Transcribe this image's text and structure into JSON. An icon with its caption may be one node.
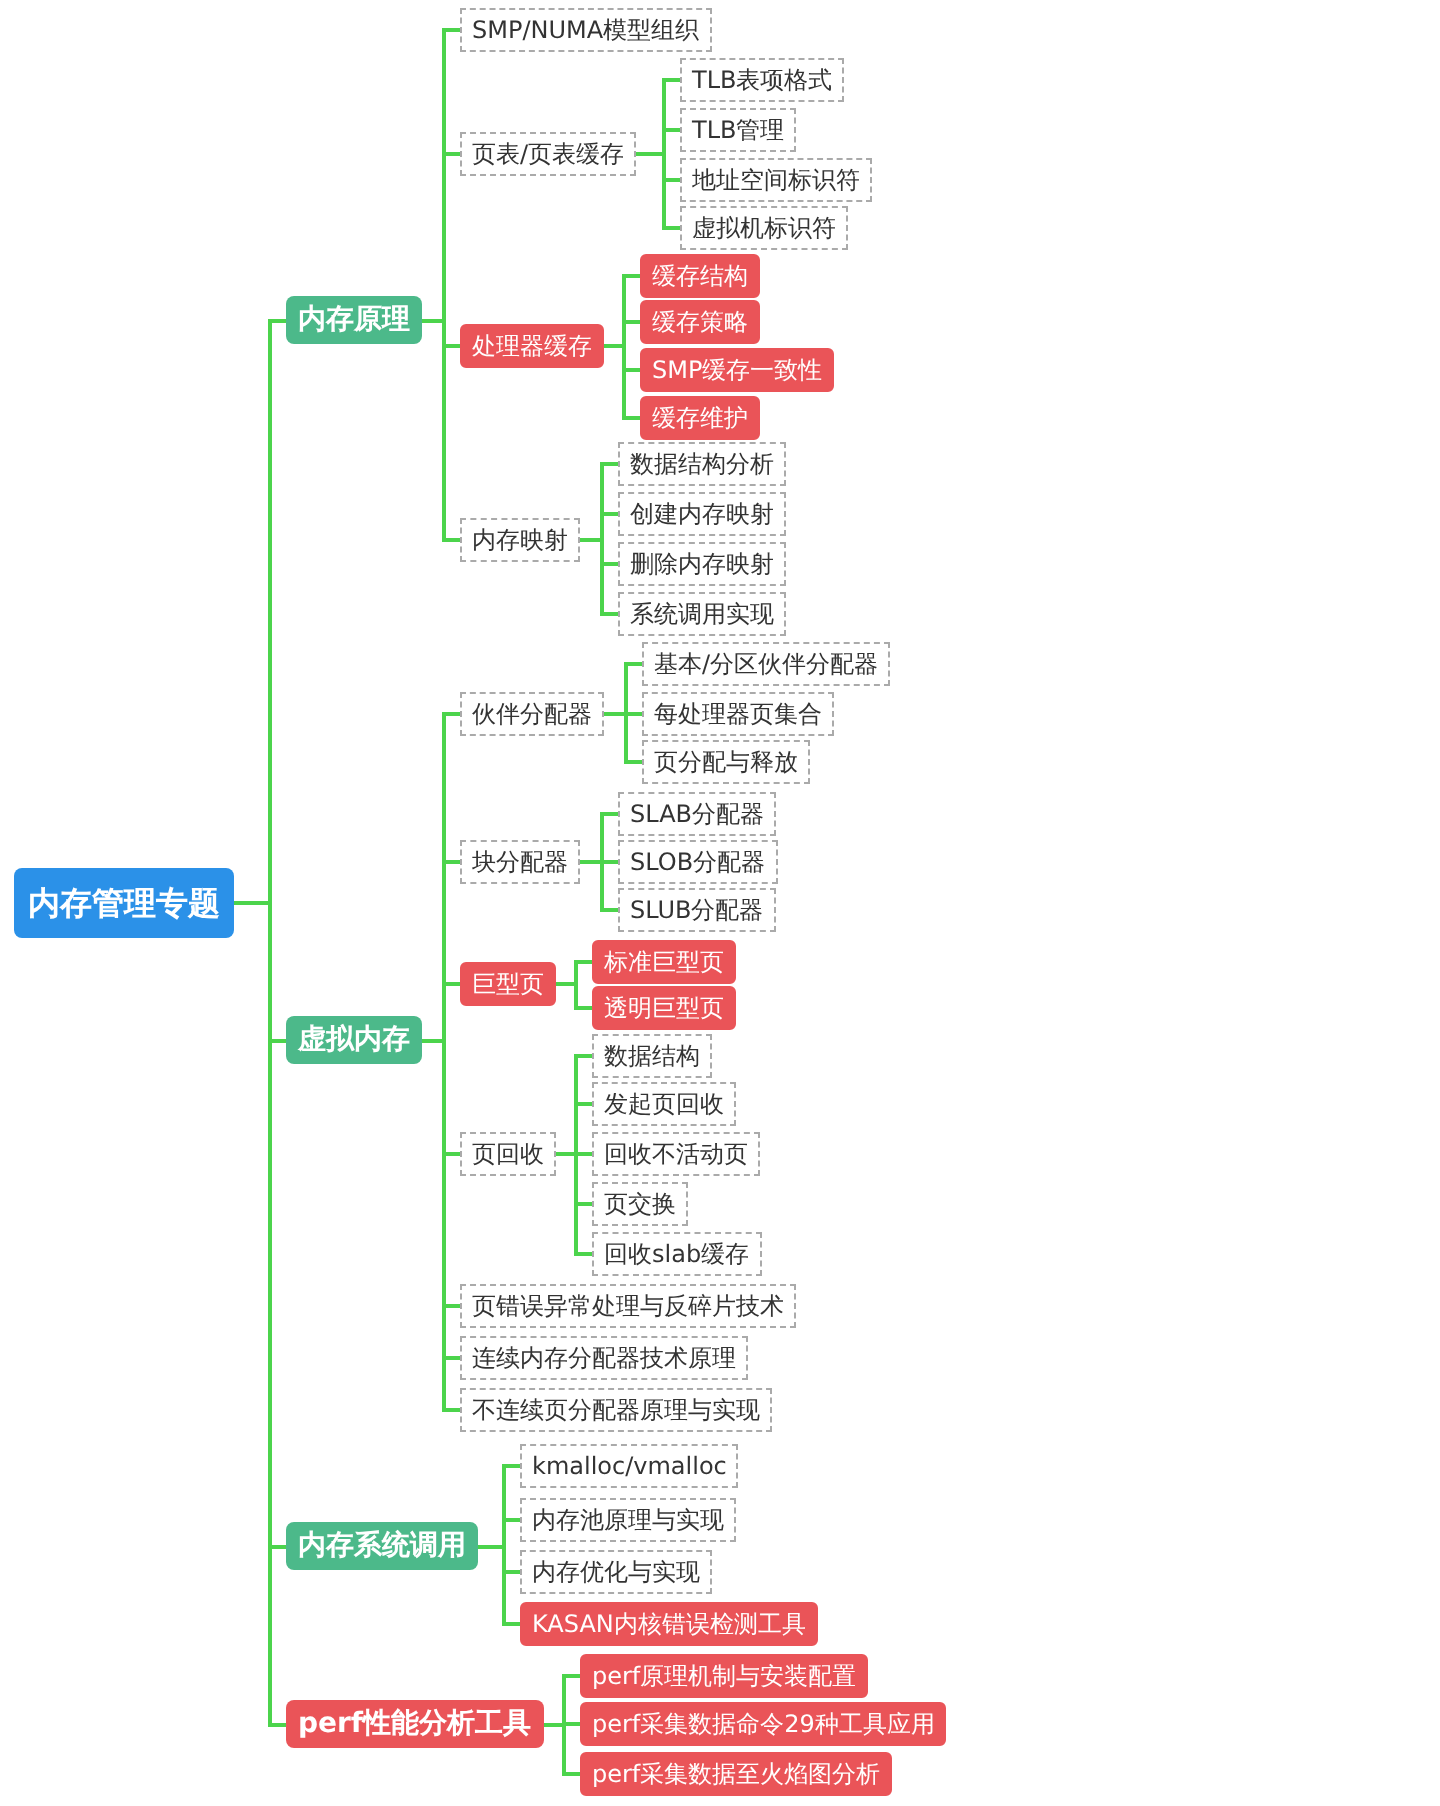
{
  "diagram": {
    "nodes": [
      {
        "text": [
          "内存管理专题"
        ]
      },
      {
        "text": [
          "内存原理"
        ]
      },
      {
        "text": [
          "SMP/NUMA模型组织"
        ]
      },
      {
        "text": [
          "页表/页表缓存"
        ]
      },
      {
        "text": [
          "TLB表项格式"
        ]
      },
      {
        "text": [
          "TLB管理"
        ]
      },
      {
        "text": [
          "地址空间标识符"
        ]
      },
      {
        "text": [
          "虚拟机标识符"
        ]
      },
      {
        "text": [
          "处理器缓存"
        ]
      },
      {
        "text": [
          "缓存结构"
        ]
      },
      {
        "text": [
          "缓存策略"
        ]
      },
      {
        "text": [
          "SMP缓存一致性"
        ]
      },
      {
        "text": [
          "缓存维护"
        ]
      },
      {
        "text": [
          "内存映射"
        ]
      },
      {
        "text": [
          "数据结构分析"
        ]
      },
      {
        "text": [
          "创建内存映射"
        ]
      },
      {
        "text": [
          "删除内存映射"
        ]
      },
      {
        "text": [
          "系统调用实现"
        ]
      },
      {
        "text": [
          "虚拟内存"
        ]
      },
      {
        "text": [
          "伙伴分配器"
        ]
      },
      {
        "text": [
          "基本/分区伙伴分配器"
        ]
      },
      {
        "text": [
          "每处理器页集合"
        ]
      },
      {
        "text": [
          "页分配与释放"
        ]
      },
      {
        "text": [
          "块分配器"
        ]
      },
      {
        "text": [
          "SLAB分配器"
        ]
      },
      {
        "text": [
          "SLOB分配器"
        ]
      },
      {
        "text": [
          "SLUB分配器"
        ]
      },
      {
        "text": [
          "巨型页"
        ]
      },
      {
        "text": [
          "标准巨型页"
        ]
      },
      {
        "text": [
          "透明巨型页"
        ]
      },
      {
        "text": [
          "页回收"
        ]
      },
      {
        "text": [
          "数据结构"
        ]
      },
      {
        "text": [
          "发起页回收"
        ]
      },
      {
        "text": [
          "回收不活动页"
        ]
      },
      {
        "text": [
          "页交换"
        ]
      },
      {
        "text": [
          "回收slab缓存"
        ]
      },
      {
        "text": [
          "页错误异常处理与反碎片技术"
        ]
      },
      {
        "text": [
          "连续内存分配器技术原理"
        ]
      },
      {
        "text": [
          "不连续页分配器原理与实现"
        ]
      },
      {
        "text": [
          "内存系统调用"
        ]
      },
      {
        "text": [
          "kmalloc/vmalloc"
        ]
      },
      {
        "text": [
          "内存池原理与实现"
        ]
      },
      {
        "text": [
          "内存优化与实现"
        ]
      },
      {
        "text": [
          "KASAN内核错误检测工具"
        ]
      },
      {
        "text": [
          "perf性能分析工具"
        ]
      },
      {
        "text": [
          "perf原理机制与安装配置"
        ]
      },
      {
        "text": [
          "perf采集数据命令29种工具应用"
        ]
      },
      {
        "text": [
          "perf采集数据至火焰图分析"
        ]
      }
    ],
    "edges": [
      {
        "from": 0,
        "to": 1,
        "arrow": "none"
      },
      {
        "from": 1,
        "to": 2,
        "arrow": "none"
      },
      {
        "from": 1,
        "to": 3,
        "arrow": "none"
      },
      {
        "from": 3,
        "to": 4,
        "arrow": "none"
      },
      {
        "from": 3,
        "to": 5,
        "arrow": "none"
      },
      {
        "from": 3,
        "to": 6,
        "arrow": "none"
      },
      {
        "from": 3,
        "to": 7,
        "arrow": "none"
      },
      {
        "from": 1,
        "to": 8,
        "arrow": "none"
      },
      {
        "from": 8,
        "to": 9,
        "arrow": "none"
      },
      {
        "from": 8,
        "to": 10,
        "arrow": "none"
      },
      {
        "from": 8,
        "to": 11,
        "arrow": "none"
      },
      {
        "from": 8,
        "to": 12,
        "arrow": "none"
      },
      {
        "from": 1,
        "to": 13,
        "arrow": "none"
      },
      {
        "from": 13,
        "to": 14,
        "arrow": "none"
      },
      {
        "from": 13,
        "to": 15,
        "arrow": "none"
      },
      {
        "from": 13,
        "to": 16,
        "arrow": "none"
      },
      {
        "from": 13,
        "to": 17,
        "arrow": "none"
      },
      {
        "from": 0,
        "to": 18,
        "arrow": "none"
      },
      {
        "from": 18,
        "to": 19,
        "arrow": "none"
      },
      {
        "from": 19,
        "to": 20,
        "arrow": "none"
      },
      {
        "from": 19,
        "to": 21,
        "arrow": "none"
      },
      {
        "from": 19,
        "to": 22,
        "arrow": "none"
      },
      {
        "from": 18,
        "to": 23,
        "arrow": "none"
      },
      {
        "from": 23,
        "to": 24,
        "arrow": "none"
      },
      {
        "from": 23,
        "to": 25,
        "arrow": "none"
      },
      {
        "from": 23,
        "to": 26,
        "arrow": "none"
      },
      {
        "from": 18,
        "to": 27,
        "arrow": "none"
      },
      {
        "from": 27,
        "to": 28,
        "arrow": "none"
      },
      {
        "from": 27,
        "to": 29,
        "arrow": "none"
      },
      {
        "from": 18,
        "to": 30,
        "arrow": "none"
      },
      {
        "from": 30,
        "to": 31,
        "arrow": "none"
      },
      {
        "from": 30,
        "to": 32,
        "arrow": "none"
      },
      {
        "from": 30,
        "to": 33,
        "arrow": "none"
      },
      {
        "from": 30,
        "to": 34,
        "arrow": "none"
      },
      {
        "from": 30,
        "to": 35,
        "arrow": "none"
      },
      {
        "from": 18,
        "to": 36,
        "arrow": "none"
      },
      {
        "from": 18,
        "to": 37,
        "arrow": "none"
      },
      {
        "from": 18,
        "to": 38,
        "arrow": "none"
      },
      {
        "from": 0,
        "to": 39,
        "arrow": "none"
      },
      {
        "from": 39,
        "to": 40,
        "arrow": "none"
      },
      {
        "from": 39,
        "to": 41,
        "arrow": "none"
      },
      {
        "from": 39,
        "to": 42,
        "arrow": "none"
      },
      {
        "from": 39,
        "to": 43,
        "arrow": "none"
      },
      {
        "from": 0,
        "to": 44,
        "arrow": "none"
      },
      {
        "from": 44,
        "to": 45,
        "arrow": "none"
      },
      {
        "from": 44,
        "to": 46,
        "arrow": "none"
      },
      {
        "from": 44,
        "to": 47,
        "arrow": "none"
      }
    ]
  }
}
